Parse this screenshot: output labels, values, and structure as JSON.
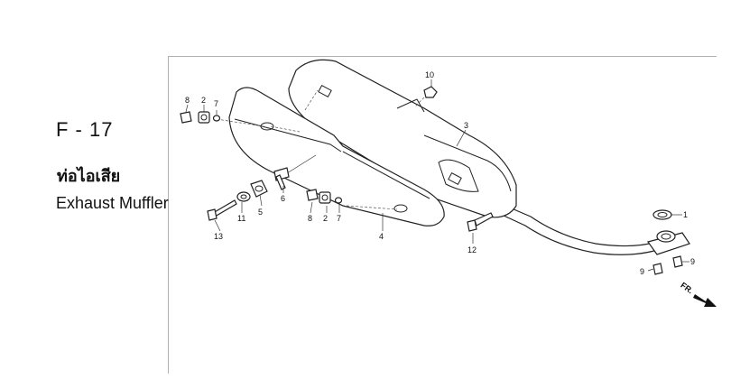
{
  "title": {
    "code": "F - 17",
    "thai": "ท่อไอเสีย",
    "english": "Exhaust Muffler"
  },
  "callouts": [
    {
      "id": "c1",
      "label": "1"
    },
    {
      "id": "c2a",
      "label": "2"
    },
    {
      "id": "c2b",
      "label": "2"
    },
    {
      "id": "c3",
      "label": "3"
    },
    {
      "id": "c4",
      "label": "4"
    },
    {
      "id": "c5",
      "label": "5"
    },
    {
      "id": "c6",
      "label": "6"
    },
    {
      "id": "c7a",
      "label": "7"
    },
    {
      "id": "c7b",
      "label": "7"
    },
    {
      "id": "c8a",
      "label": "8"
    },
    {
      "id": "c8b",
      "label": "8"
    },
    {
      "id": "c9a",
      "label": "9"
    },
    {
      "id": "c9b",
      "label": "9"
    },
    {
      "id": "c10",
      "label": "10"
    },
    {
      "id": "c11",
      "label": "11"
    },
    {
      "id": "c12",
      "label": "12"
    },
    {
      "id": "c13",
      "label": "13"
    }
  ],
  "direction_marker": {
    "label": "FR."
  }
}
